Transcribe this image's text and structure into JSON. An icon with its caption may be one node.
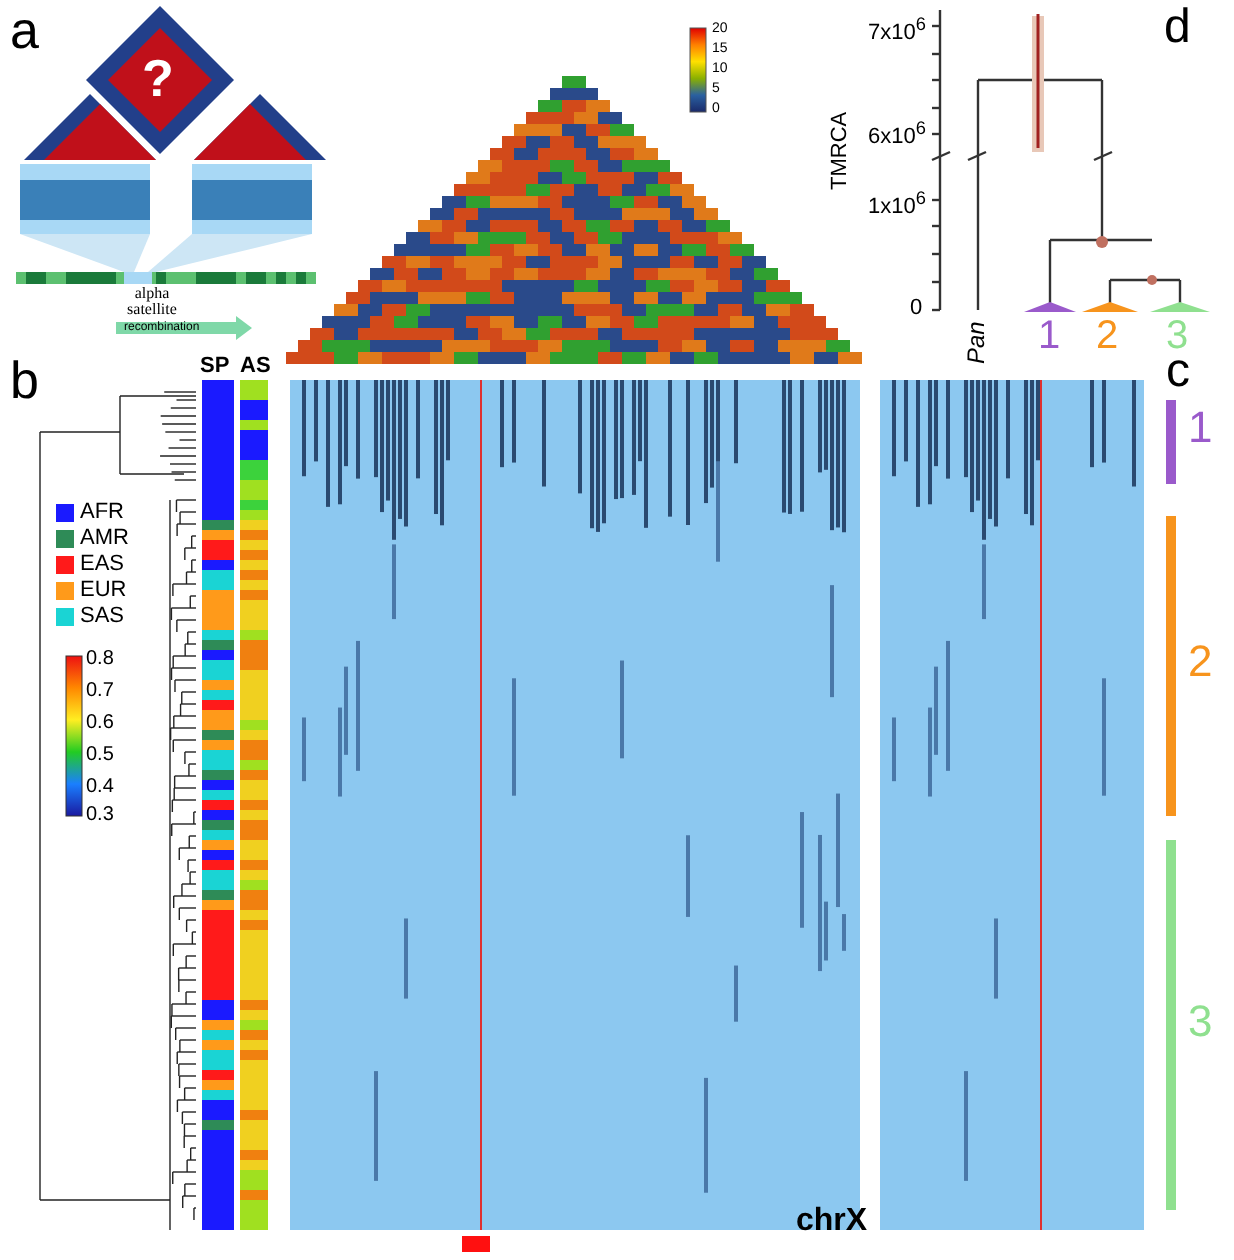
{
  "diagram": {
    "nodes": [
      {
        "text": [
          "?"
        ]
      }
    ],
    "labels": [
      "a",
      "alpha satellite",
      "recombination",
      "d",
      "7x10$^{6}$",
      "6x10$^{6}$",
      "1x10$^{6}$",
      "0",
      "TMRCA",
      "Pan",
      "1",
      "2",
      "3",
      "b",
      "SP",
      "AS",
      "0.8",
      "0.7",
      "0.6",
      "0.5",
      "0.4",
      "0.3",
      "20",
      "15",
      "10",
      "5",
      "0",
      "c",
      "1",
      "2",
      "3",
      "chrX"
    ],
    "legend": [
      {
        "text": "AFR",
        "color": "#1a1aff"
      },
      {
        "text": "AMR",
        "color": "#2e8b57"
      },
      {
        "text": "EAS",
        "color": "#ff1a1a"
      },
      {
        "text": "EUR",
        "color": "#ff9a1a"
      },
      {
        "text": "SAS",
        "color": "#1ad4d4"
      }
    ]
  }
}
